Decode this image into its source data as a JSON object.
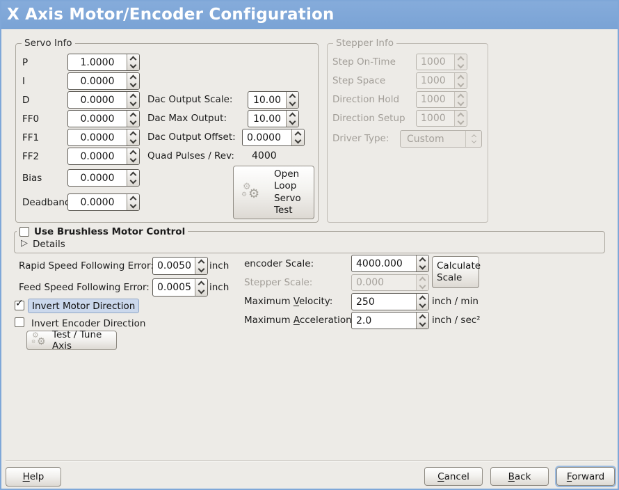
{
  "window": {
    "title": "X Axis Motor/Encoder Configuration"
  },
  "colors": {
    "titlebar": "#7fa7d8",
    "window_border": "#7fa7d8",
    "window_bg": "#edebe7",
    "selection_bg": "#cbd8ec",
    "focus_ring": "#9ab9de"
  },
  "icons": {
    "gear": "⚙",
    "check": "✓",
    "expander": "▷"
  },
  "servo": {
    "legend": "Servo Info",
    "params": [
      {
        "label": "P",
        "value": "1.0000"
      },
      {
        "label": "I",
        "value": "0.0000"
      },
      {
        "label": "D",
        "value": "0.0000"
      },
      {
        "label": "FF0",
        "value": "0.0000"
      },
      {
        "label": "FF1",
        "value": "0.0000"
      },
      {
        "label": "FF2",
        "value": "0.0000"
      },
      {
        "label": "Bias",
        "value": "0.0000"
      },
      {
        "label": "Deadband",
        "value": "0.0000"
      }
    ],
    "dac_scale": {
      "label": "Dac Output Scale:",
      "value": "10.00"
    },
    "dac_max": {
      "label": "Dac Max Output:",
      "value": "10.00"
    },
    "dac_offset": {
      "label": "Dac Output Offset:",
      "value": "0.0000"
    },
    "quad_pulses": {
      "label": "Quad Pulses / Rev:",
      "value": "4000"
    },
    "open_loop_button": "Open Loop Servo Test"
  },
  "stepper": {
    "legend": "Stepper Info",
    "rows": [
      {
        "label": "Step On-Time",
        "value": "1000"
      },
      {
        "label": "Step Space",
        "value": "1000"
      },
      {
        "label": "Direction Hold",
        "value": "1000"
      },
      {
        "label": "Direction Setup",
        "value": "1000"
      }
    ],
    "driver": {
      "label": "Driver Type:",
      "value": "Custom"
    }
  },
  "brushless": {
    "label": "Use Brushless Motor Control",
    "details": "Details"
  },
  "following_error": {
    "rapid": {
      "label": "Rapid Speed Following Error:",
      "value": "0.0050",
      "unit": "inch"
    },
    "feed": {
      "label": "Feed Speed Following Error:",
      "value": "0.0005",
      "unit": "inch"
    }
  },
  "scale": {
    "encoder": {
      "label": "encoder Scale:",
      "value": "4000.000"
    },
    "calculate_button": "Calculate Scale",
    "stepper": {
      "label": "Stepper Scale:",
      "value": "0.000"
    }
  },
  "motion": {
    "velocity": {
      "label_pre": "Maximum ",
      "label_u": "V",
      "label_post": "elocity:",
      "value": "250",
      "unit": "inch / min"
    },
    "acceleration": {
      "label_pre": "Maximum ",
      "label_u": "A",
      "label_post": "cceleration:",
      "value": "2.0",
      "unit": "inch / sec²"
    }
  },
  "invert": {
    "motor": "Invert Motor Direction",
    "encoder": "Invert Encoder Direction"
  },
  "test_button": "Test / Tune Axis",
  "footer": {
    "help": {
      "u": "H",
      "rest": "elp"
    },
    "cancel": {
      "u": "C",
      "rest": "ancel"
    },
    "back": {
      "u": "B",
      "rest": "ack"
    },
    "forward": {
      "u": "F",
      "rest": "orward"
    }
  }
}
